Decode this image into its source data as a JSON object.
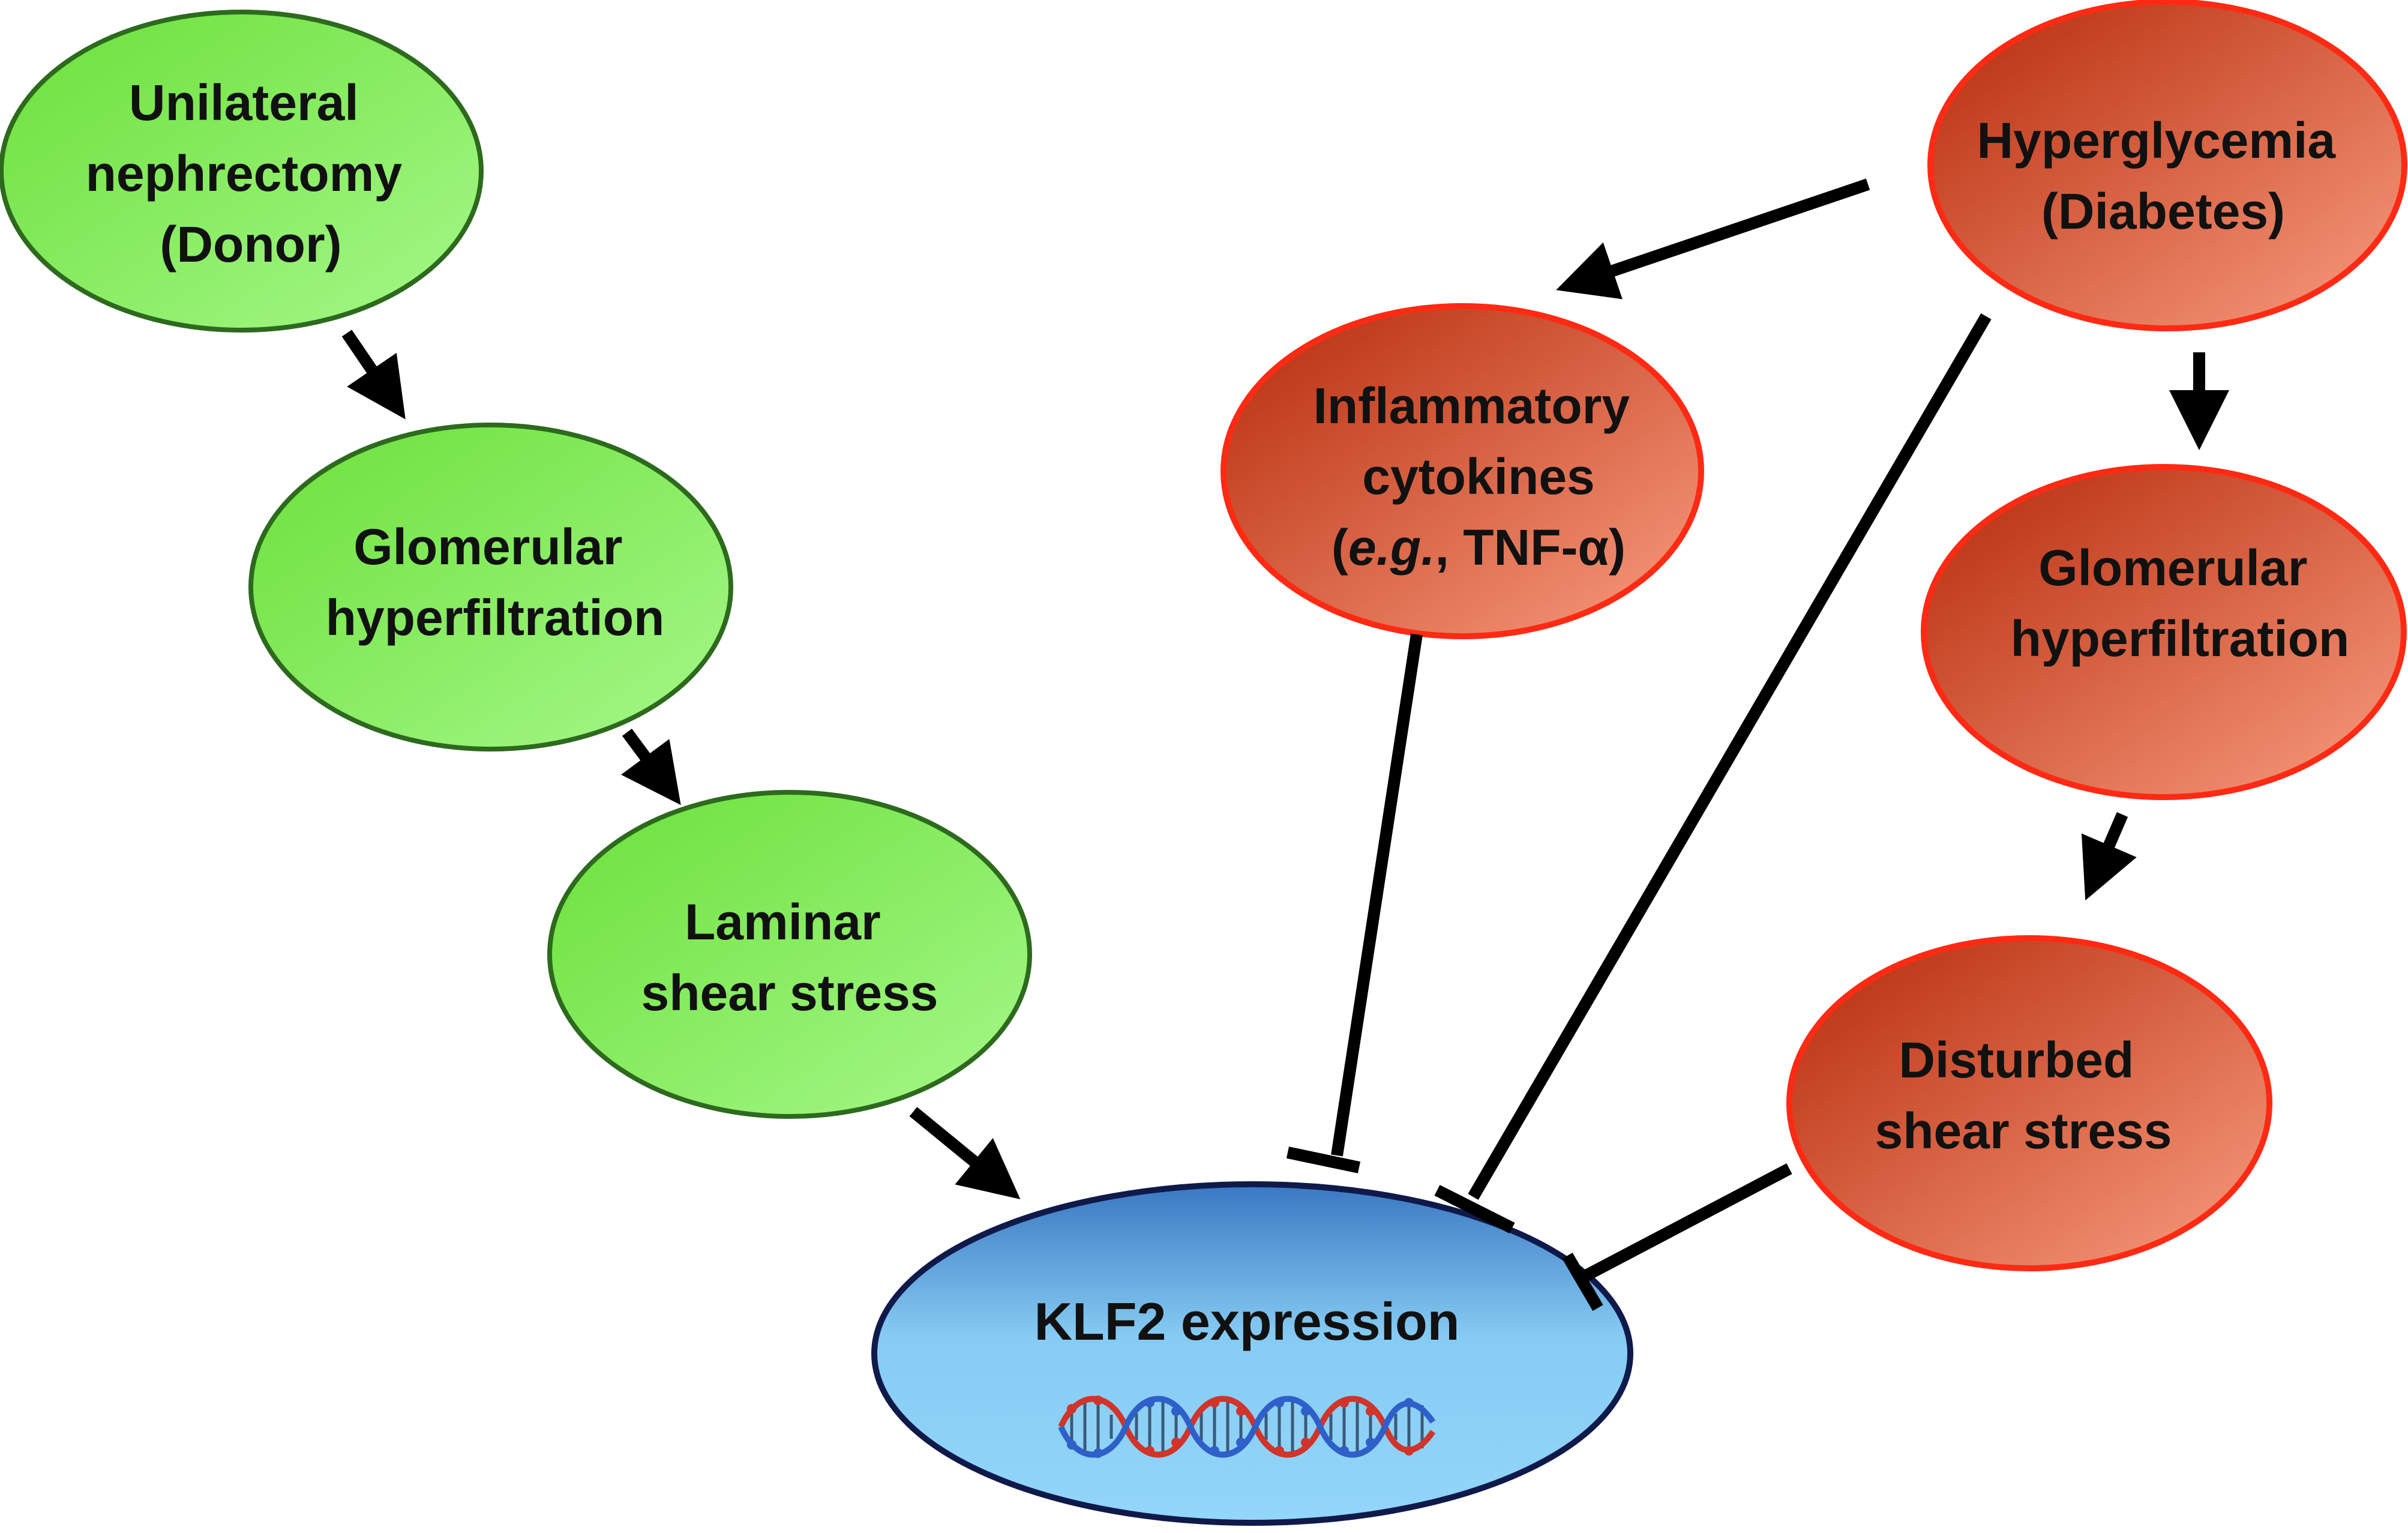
{
  "nodes": {
    "unilateral": {
      "lines": [
        "Unilateral",
        "nephrectomy",
        "(Donor)"
      ]
    },
    "glom_green": {
      "lines": [
        "Glomerular",
        "hyperfiltration"
      ]
    },
    "laminar": {
      "lines": [
        "Laminar",
        "shear stress"
      ]
    },
    "hyperglycemia": {
      "lines": [
        "Hyperglycemia",
        "(Diabetes)"
      ]
    },
    "inflammatory": {
      "line1": "Inflammatory",
      "line2": "cytokines",
      "line3_open": "(",
      "line3_italic": "e.g.",
      "line3_rest": ", TNF-α)"
    },
    "glom_red": {
      "lines": [
        "Glomerular",
        "hyperfiltration"
      ]
    },
    "disturbed": {
      "lines": [
        "Disturbed",
        "shear stress"
      ]
    },
    "klf2": {
      "label": "KLF2 expression"
    }
  },
  "colors": {
    "green_fill_light": "#9af57a",
    "green_fill_dark": "#6ee43c",
    "green_stroke": "#2d6a1e",
    "red_fill_dark": "#c0300c",
    "red_fill_light": "#f8977a",
    "red_stroke": "#ff2a14",
    "blue_fill_light": "#8fd3f8",
    "blue_fill_dark": "#3b7fc8",
    "blue_stroke": "#0f1a4a"
  },
  "edges": [
    {
      "from": "Unilateral nephrectomy (Donor)",
      "to": "Glomerular hyperfiltration",
      "type": "activation"
    },
    {
      "from": "Glomerular hyperfiltration",
      "to": "Laminar shear stress",
      "type": "activation"
    },
    {
      "from": "Laminar shear stress",
      "to": "KLF2 expression",
      "type": "activation"
    },
    {
      "from": "Hyperglycemia (Diabetes)",
      "to": "Inflammatory cytokines (e.g., TNF-α)",
      "type": "activation"
    },
    {
      "from": "Hyperglycemia (Diabetes)",
      "to": "Glomerular hyperfiltration",
      "type": "activation"
    },
    {
      "from": "Glomerular hyperfiltration",
      "to": "Disturbed shear stress",
      "type": "activation"
    },
    {
      "from": "Inflammatory cytokines (e.g., TNF-α)",
      "to": "KLF2 expression",
      "type": "inhibition"
    },
    {
      "from": "Hyperglycemia (Diabetes)",
      "to": "KLF2 expression",
      "type": "inhibition"
    },
    {
      "from": "Disturbed shear stress",
      "to": "KLF2 expression",
      "type": "inhibition"
    }
  ]
}
